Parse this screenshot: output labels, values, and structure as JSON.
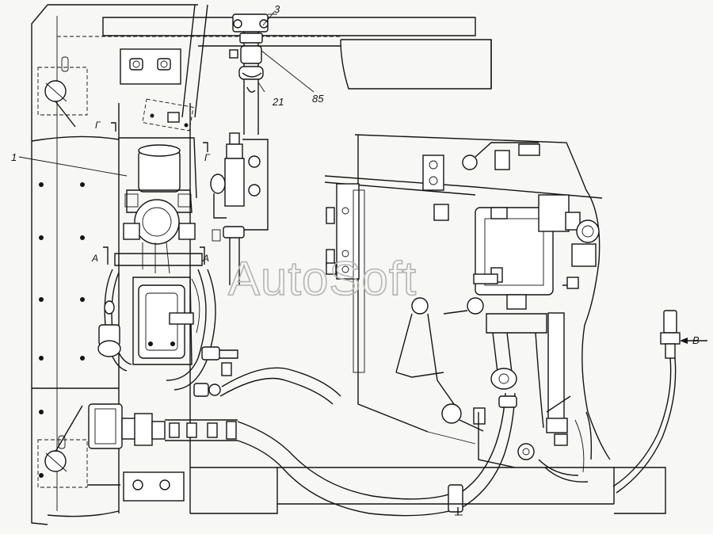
{
  "callouts": {
    "c1": "1",
    "c3": "3",
    "c85": "85",
    "c21": "21",
    "cB": "B"
  },
  "section_marks": {
    "g1": "Г",
    "g2": "Г",
    "a1": "А",
    "a2": "А"
  },
  "watermark": "AutoSoft",
  "colors": {
    "line": "#141414",
    "paper": "#f7f7f5",
    "watermark": "#b5b5b5"
  }
}
